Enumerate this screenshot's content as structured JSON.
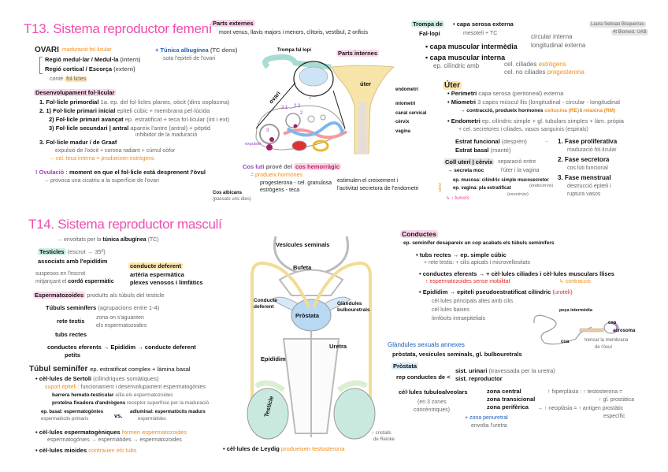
{
  "colors": {
    "title": "#ef4cb0",
    "orange": "#f08c1a",
    "purple": "#9a3fc0",
    "blue": "#1d5fb5",
    "teal": "#a8dcd2",
    "uterus": "#f6e4a8"
  },
  "female": {
    "title": "T13. Sistema reproductor femení",
    "author": [
      "Laura Sebsao Bisquerras",
      "4t Biomed. UAB"
    ],
    "parts_externes": {
      "label": "Parts externes",
      "text": "mont venus, llavis majors i menors, clítoris, vestíbul, 2 orificis"
    },
    "ovari": {
      "label": "OVARI",
      "sub": "maduració fol·licular",
      "l1": "Regió medul·lar / Medul·la",
      "l1b": "(intern)",
      "l2": "Regió cortical / Escorça",
      "l2b": "(extern)",
      "l3": "conté",
      "l3b": "fol·licles",
      "tunica": "+ Túnica albugínea",
      "tunica_b": "(TC dens)",
      "tunica2": "sota l'epiteli de l'ovari"
    },
    "desenv": {
      "label": "Desenvolupament fol·licular",
      "s1": "1. Fol·licle primordial",
      "s1b": "1a. ep. del fol·licles planes, oòcit (dins ooplasma)",
      "s2": "2. 1) Fol·licle primari inicial",
      "s2b": "epiteli cúbic + membrana pel·lúcida",
      "s3": "2) Fol·licle primari avançat",
      "s3b": "ep. estratificat + teca fol·licular (int i ext)",
      "s4": "3) Fol·licle secundari | antral",
      "s4b": "apareix l'antre (antral) + pèptid",
      "s4c": "inhibidor de la maduració",
      "s5": "3. Fol·licle madur / de Graaf",
      "s5b": "expulsió de l'oòcit + corona radiant + cúmul oòfor",
      "s5c": "→ cel. teca interna = produeixen estrògens",
      "ov": "! Ovulació :",
      "ovb": "moment en que el fol·licle està desprenent l'òvul",
      "ovc": "→ provoca una cicatriu a la superfície de l'ovari"
    },
    "diagram": {
      "trompa": "Trompa fal·lopi",
      "parts_internes": "Parts internes",
      "ovari": "ovari",
      "uter": "úter",
      "endometri": "endometri",
      "miometri": "miometri",
      "canal": "canal cervical",
      "cervix": "cèrvix",
      "vagina": "vagina",
      "expulsio": "expulsió",
      "n1": "1",
      "n2": "2.1",
      "n3": "2.2",
      "n4": "2",
      "n5": "3"
    },
    "cos_luti": {
      "label": "Cos luti",
      "b": "prové del",
      "c": "cos hemorràgic",
      "d": "= produeix hormones",
      "e": "progesterona - cel. granulosa",
      "f": "estrògens - teca",
      "g": "estimulen el creixement i",
      "h": "l'activitat secretora de l'endometri",
      "alb": "Cos albicans",
      "alb2": "(passats uns dies)"
    },
    "trompa": {
      "label1": "Trompa de",
      "label2": "Fal·lopi",
      "a": "• capa serosa externa",
      "a2": "mesoteli + TC",
      "b": "• capa muscular intermèdia",
      "b2": "circular interna",
      "b3": "longitudinal externa",
      "c": "• capa muscular interna",
      "c2": "ep. cilíndric amb",
      "c3": "cel. ciliades",
      "c3b": "estrògens",
      "c4": "cel. no ciliades",
      "c4b": "progesterona"
    },
    "uter": {
      "label": "Úter",
      "p": "• Perimetri",
      "p2": "capa serosa (peritoneal) externa",
      "m": "• Miometri",
      "m2": "3 capes múscul llis (longitudinal - circular - longitudinal",
      "m3": "→ contracció, produeix hormones",
      "m4": "oxitocina (RE)",
      "m5": "i",
      "m6": "relaxina (RM)",
      "e": "• Endometri",
      "e2": "ep. cilíndric simple + gl. tubulars simples + làm. pròpia",
      "e3": "+ cel. secretores i ciliades, vasos sanguinis (espirals)",
      "ef": "Estrat funcional",
      "efb": "(desprèn)",
      "eb": "Estrat basal",
      "ebb": "(manté)",
      "f1": "1. Fase proliferativa",
      "f1b": "maduració fol·licular",
      "f2": "2. Fase secretora",
      "f2b": "cos luti funcional",
      "f3": "3. Fase menstrual",
      "f3b": "destrucció epiteli i",
      "f3c": "ruptura vasos",
      "coll": "Coll uterí | cèrvix",
      "coll2": "separació entre",
      "coll3": "l'úter i la vagina",
      "moc": "→ secreta moc",
      "ep1": "ep. mucosa: cilíndric simple mucosecretor",
      "ep1b": "(endocèrvix)",
      "ep2": "ep. vagina: pla estratificat",
      "ep2b": "(exocèrvix)",
      "canvi": "canvi",
      "tum": "↳ ↑ tumors"
    }
  },
  "male": {
    "title": "T14. Sistema reproductor masculí",
    "a": "→ envoltats per la",
    "a2": "túnica albugínea",
    "a3": "(TC)",
    "test": "Testicles",
    "test2": "(escrot → 35º)",
    "test3": "associats amb l'epidídim",
    "sus": "suspesos en l'escrot",
    "sus2": "mitjançant el",
    "sus3": "cordó espermàtic",
    "cd": "conducte deferent",
    "cd2": "artèria espermàtica",
    "cd3": "plexes venosos i limfàtics",
    "esp": "Espermatozoides",
    "esp2": "produïts als túbuls del testicle",
    "tub": "Túbuls seminífers",
    "tub2": "(agrupacions entre 1-4)",
    "rete": "rete testis",
    "rete2": "zona on s'aguanten",
    "rete3": "els espermatozoides",
    "tr": "tubs rectes",
    "ce": "conductes eferents → Epidídim → conducte deferent",
    "ce2": "petits",
    "ts": "Túbul seminífer",
    "ts2": "ep. estratificat complex + làmina basal",
    "ser": "• cèl·lules de Sertoli",
    "ser2": "(cilíndriques somàtiques)",
    "sup": "suport epiteli :",
    "sup2": "funcionament i desenvolupament espermatogònies",
    "bar": "barrera hemato-testicular",
    "bar2": "aïlla els espermatozoides",
    "prot": "proteïna fixadora d'andrògens",
    "prot2": "receptor superfície per la maduració",
    "basal": "ep. basal: espermatogònies",
    "basal2": "espermatòcits primaris",
    "vs": "vs.",
    "adl": "adluminal: espermatòcits madurs",
    "adl2": "espermàtides",
    "eg": "• cèl·lules espermatogèniques",
    "eg2": "formen espermatozoides",
    "eg3": "espermatogònies → espermàtides → espermatozoides",
    "mio": "• cèl·lules mioides",
    "mio2": "contrauen els tubs",
    "diagram": {
      "ves": "Vesícules seminals",
      "buf": "Bufeta",
      "cd": "Conducte deferent",
      "gl": "Glàndules bulbouretrals",
      "pro": "Pròstata",
      "ure": "Uretra",
      "epi": "Epidídim",
      "tes": "Testicle"
    },
    "ley": "• cèl·lules de Leydig",
    "ley2": "produeixen testosterona",
    "rei": "↑ cristalls",
    "rei2": "de Reinke",
    "cond": {
      "label": "Conductes",
      "a": "ep. seminífer desapareix un cop acabats els túbuls seminífers",
      "b": "• tubs rectes → ep. simple cúbic",
      "b2": "+ rete testis: + cilis apicals i microvellositats",
      "c": "• conductes eferents → + cèl·lules ciliades i cèl·lules musculars llises",
      "c2": "↑ espermatozoides sense mobilitat",
      "c3": "↳ contracció",
      "d": "• Epidídim → epiteli pseudoestratificat cilíndric",
      "d2": "(uroteli)",
      "d3": "cèl·lules principals altes amb cilis",
      "d4": "cèl·lules baixes",
      "d5": "limfòcits intraepitelials"
    },
    "sperm": {
      "pi": "peça intermèdia",
      "cap": "cap",
      "acr": "acrosoma",
      "cua": "cua",
      "tr": "trencar la membrana",
      "tr2": "de l'òvul"
    },
    "gl": {
      "label": "Glàndules sexuals annexes",
      "a": "pròstata, vesícules seminals, gl. bulbouretrals"
    },
    "pros": {
      "label": "Pròstata",
      "a": "rep conductes de",
      "a2": "sist. urinari",
      "a3": "(travessada per la uretra)",
      "a4": "sist. reproductor",
      "b": "cèl·lules tubuloalveolars",
      "b2": "(en 3 zones",
      "b3": "concèntriques)",
      "z1": "zona central",
      "z2": "zona transicional",
      "z3": "zona perifèrica",
      "h": "↑ hiperplàsia : ↑ testosterona =",
      "h2": "↑ gl. prostàtica",
      "n": "→ ↑ neoplàsia = ↑ antigen prostàtic",
      "n2": "específic",
      "zp": "+ zona periuretral",
      "zp2": "envolta l'uretra"
    }
  }
}
